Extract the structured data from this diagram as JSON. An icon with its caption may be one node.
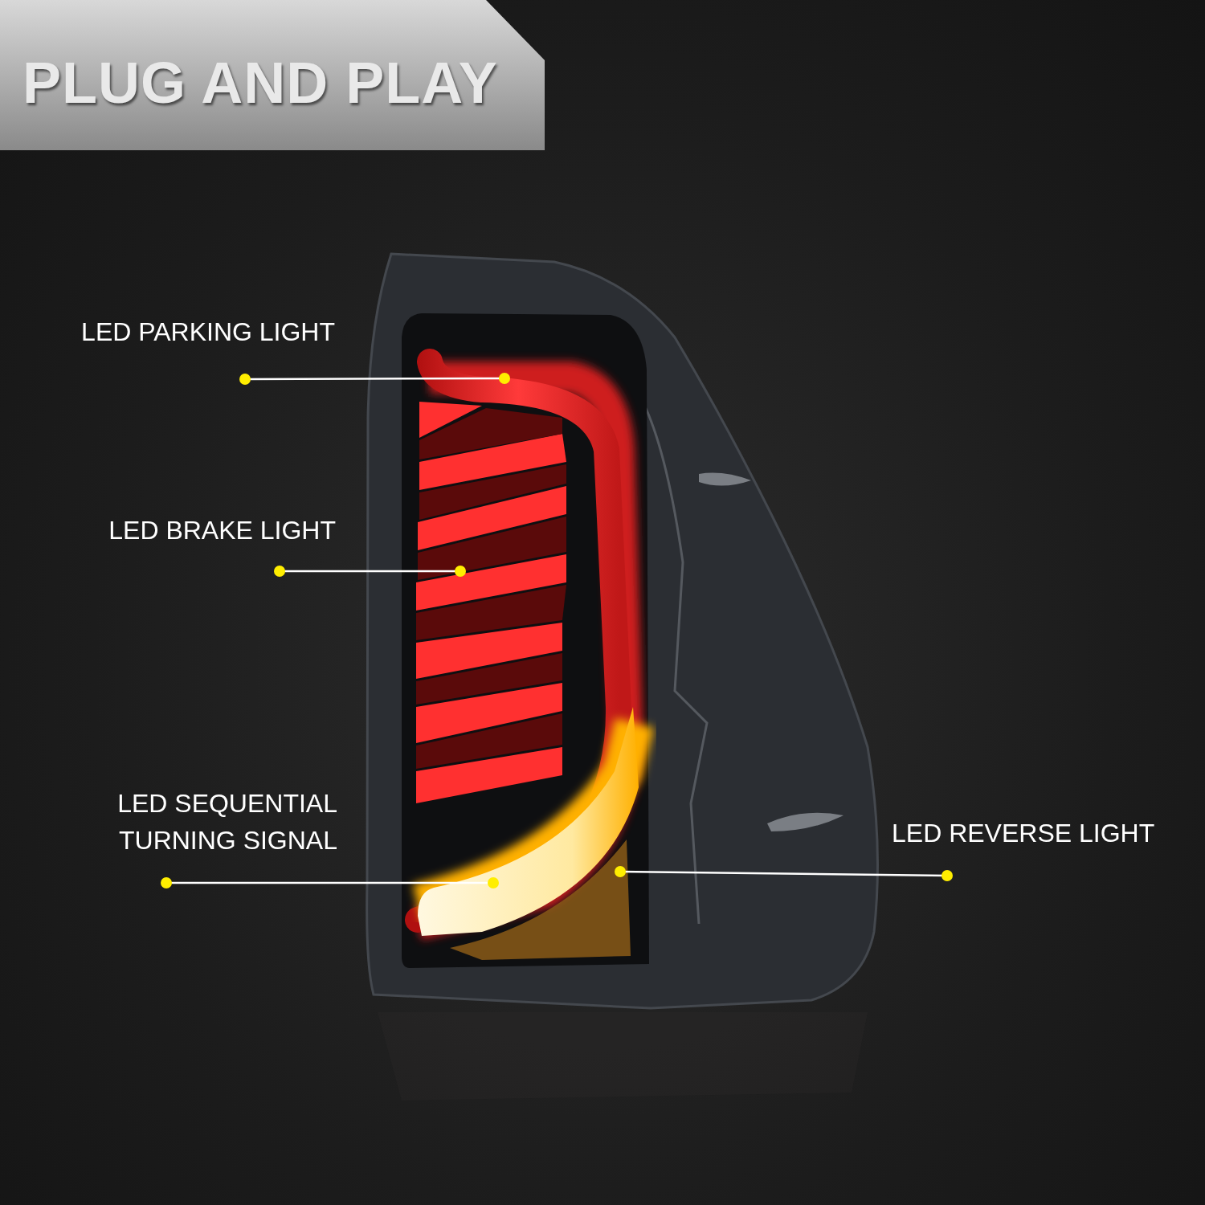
{
  "diagram": {
    "title": "PLUG AND PLAY",
    "nodes": [
      {
        "text": [
          "LED PARKING LIGHT"
        ]
      },
      {
        "text": [
          "LED BRAKE LIGHT"
        ]
      },
      {
        "text": [
          "LED SEQUENTIAL TURNING SIGNAL"
        ]
      },
      {
        "text": [
          "LED REVERSE LIGHT"
        ]
      }
    ],
    "edges": [
      {
        "from": 0,
        "to": null,
        "arrow": "other"
      },
      {
        "from": 1,
        "to": null,
        "arrow": "other"
      },
      {
        "from": 2,
        "to": null,
        "arrow": "other"
      },
      {
        "from": 3,
        "to": null,
        "arrow": "other"
      }
    ]
  }
}
